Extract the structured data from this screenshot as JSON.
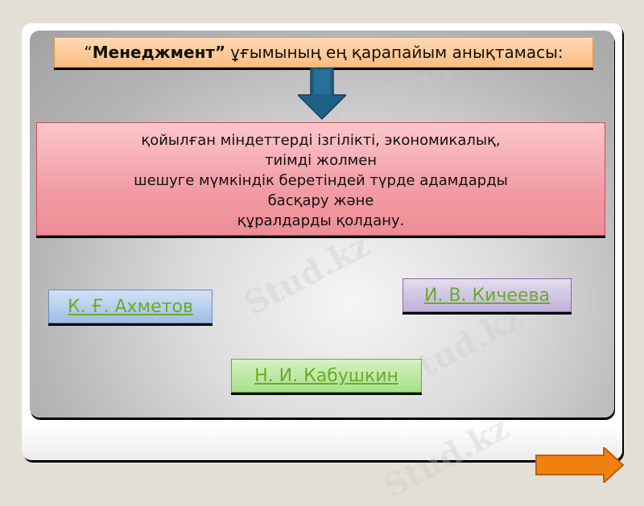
{
  "slide": {
    "title": {
      "quote_open": "“",
      "term": "Менеджмент”",
      "rest": "ұғымының ең қарапайым анықтамасы:"
    },
    "definition_lines": [
      "қойылған міндеттерді ізгілікті, экономикалық,",
      "тиімді жолмен",
      "шешуге мүмкіндік беретіндей түрде адамдарды",
      "басқару және",
      "құралдарды қолдану."
    ],
    "authors": [
      {
        "name": "К. Ғ. Ахметов"
      },
      {
        "name": "И. В. Кичеева"
      },
      {
        "name": "Н. И. Кабушкин"
      }
    ],
    "watermark": "Stud.kz"
  },
  "navigation": {
    "next_icon": "arrow-right-icon"
  },
  "colors": {
    "title_bg": "#fcbd82",
    "definition_bg": "#f29ca4",
    "down_arrow": "#1f5f86",
    "link_text": "#6aab2a",
    "next_arrow": "#f08010"
  }
}
